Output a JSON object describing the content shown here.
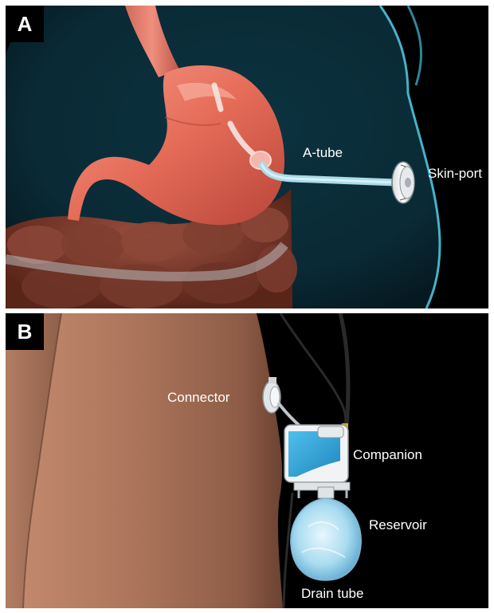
{
  "panel_a": {
    "badge": "A",
    "labels": {
      "a_tube": "A-tube",
      "skin_port": "Skin-port"
    }
  },
  "panel_b": {
    "badge": "B",
    "labels": {
      "connector": "Connector",
      "companion": "Companion",
      "reservoir": "Reservoir",
      "drain_tube": "Drain tube"
    }
  },
  "colors": {
    "background": "#000000",
    "body_outline": "#3fb6cf",
    "stomach": "#e8735f",
    "intestine": "#7a3a2c",
    "tube": "#a9dbe8",
    "skin": "#a9735a",
    "companion_fill": "#2ea4d6",
    "label_text": "#ffffff"
  }
}
